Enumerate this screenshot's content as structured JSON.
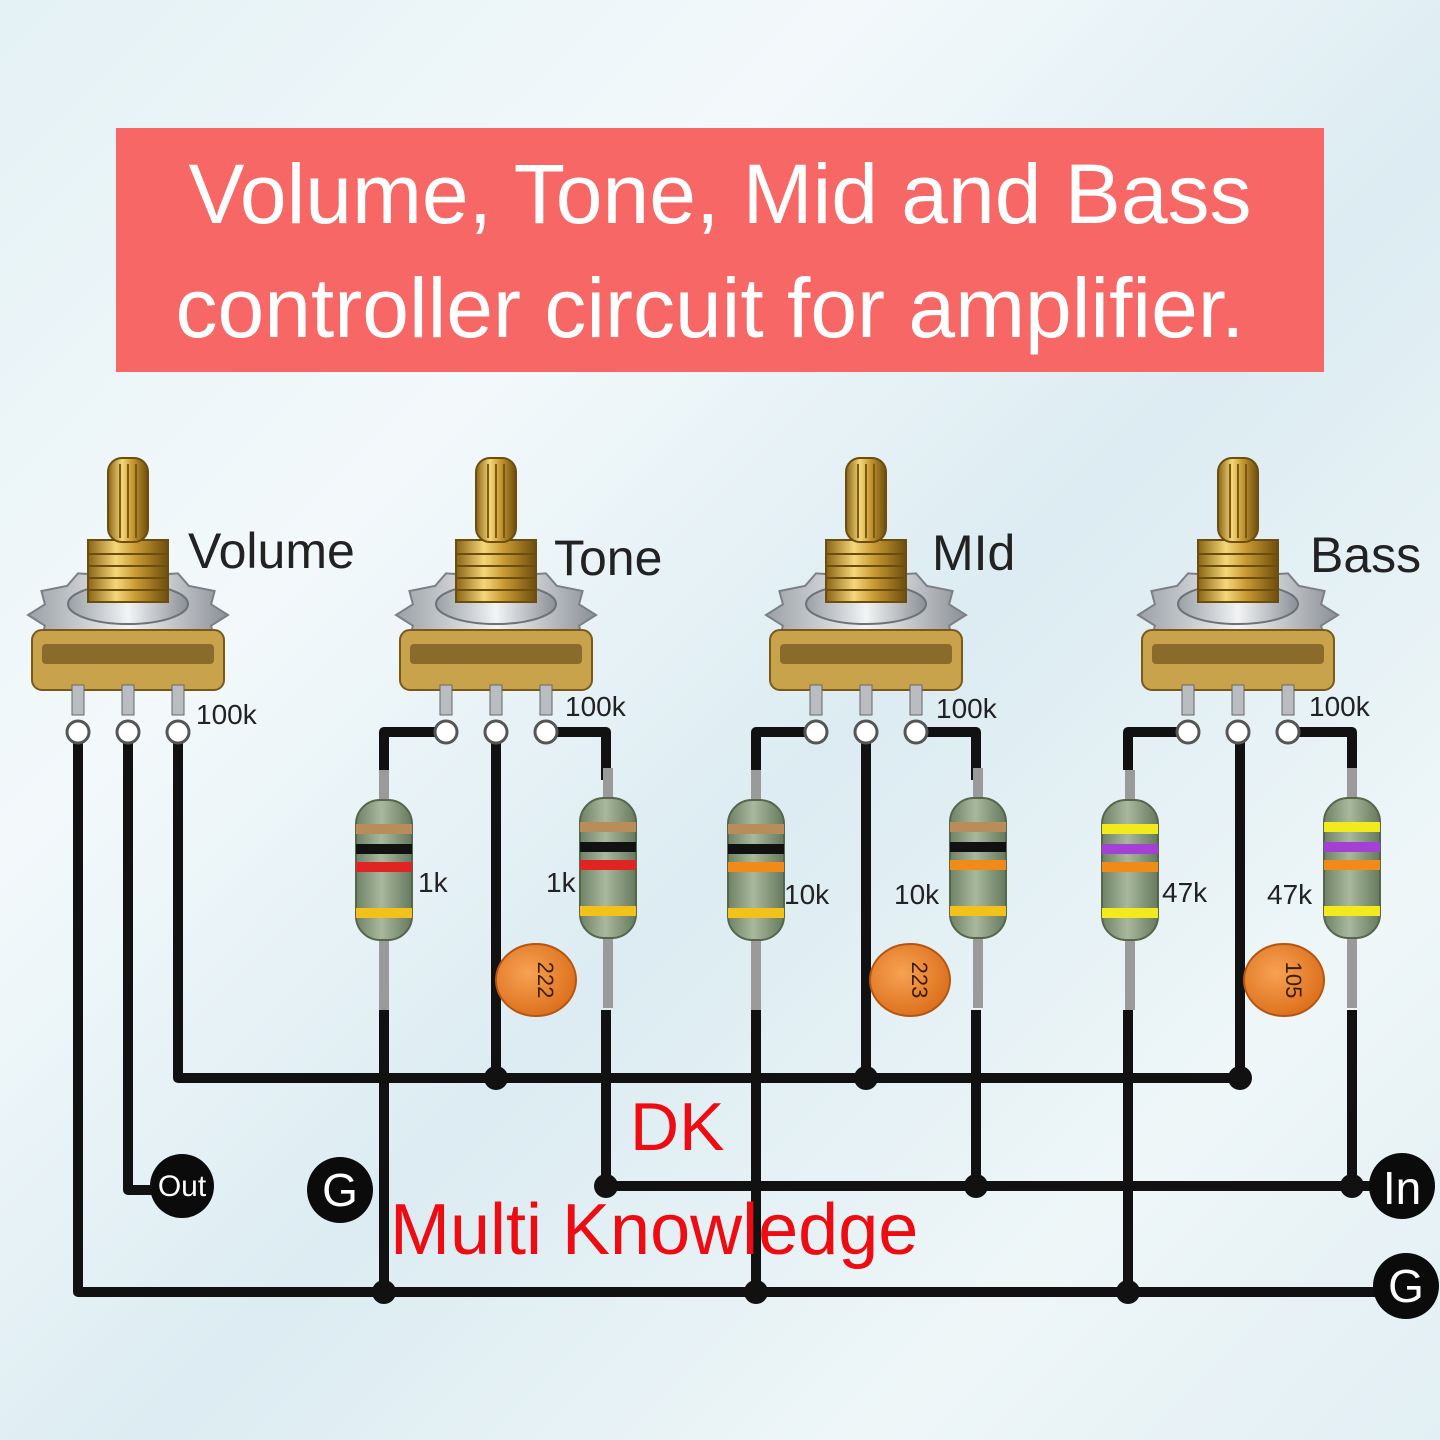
{
  "title": {
    "line1": "Volume, Tone, Mid and Bass",
    "line2": "controller circuit for amplifier."
  },
  "pots": [
    {
      "label": "Volume",
      "value": "100k"
    },
    {
      "label": "Tone",
      "value": "100k"
    },
    {
      "label": "MId",
      "value": "100k"
    },
    {
      "label": "Bass",
      "value": "100k"
    }
  ],
  "resistors": [
    {
      "value": "1k"
    },
    {
      "value": "1k"
    },
    {
      "value": "10k"
    },
    {
      "value": "10k"
    },
    {
      "value": "47k"
    },
    {
      "value": "47k"
    }
  ],
  "capacitors": [
    {
      "code": "222"
    },
    {
      "code": "223"
    },
    {
      "code": "105"
    }
  ],
  "terminals": {
    "out": "Out",
    "ground_left": "G",
    "input": "In",
    "ground_right": "G"
  },
  "watermark": {
    "line1": "DK",
    "line2": "Multi Knowledge"
  },
  "colors": {
    "title_background": "#f66766",
    "watermark": "#ee0c12",
    "wire": "#111111"
  }
}
